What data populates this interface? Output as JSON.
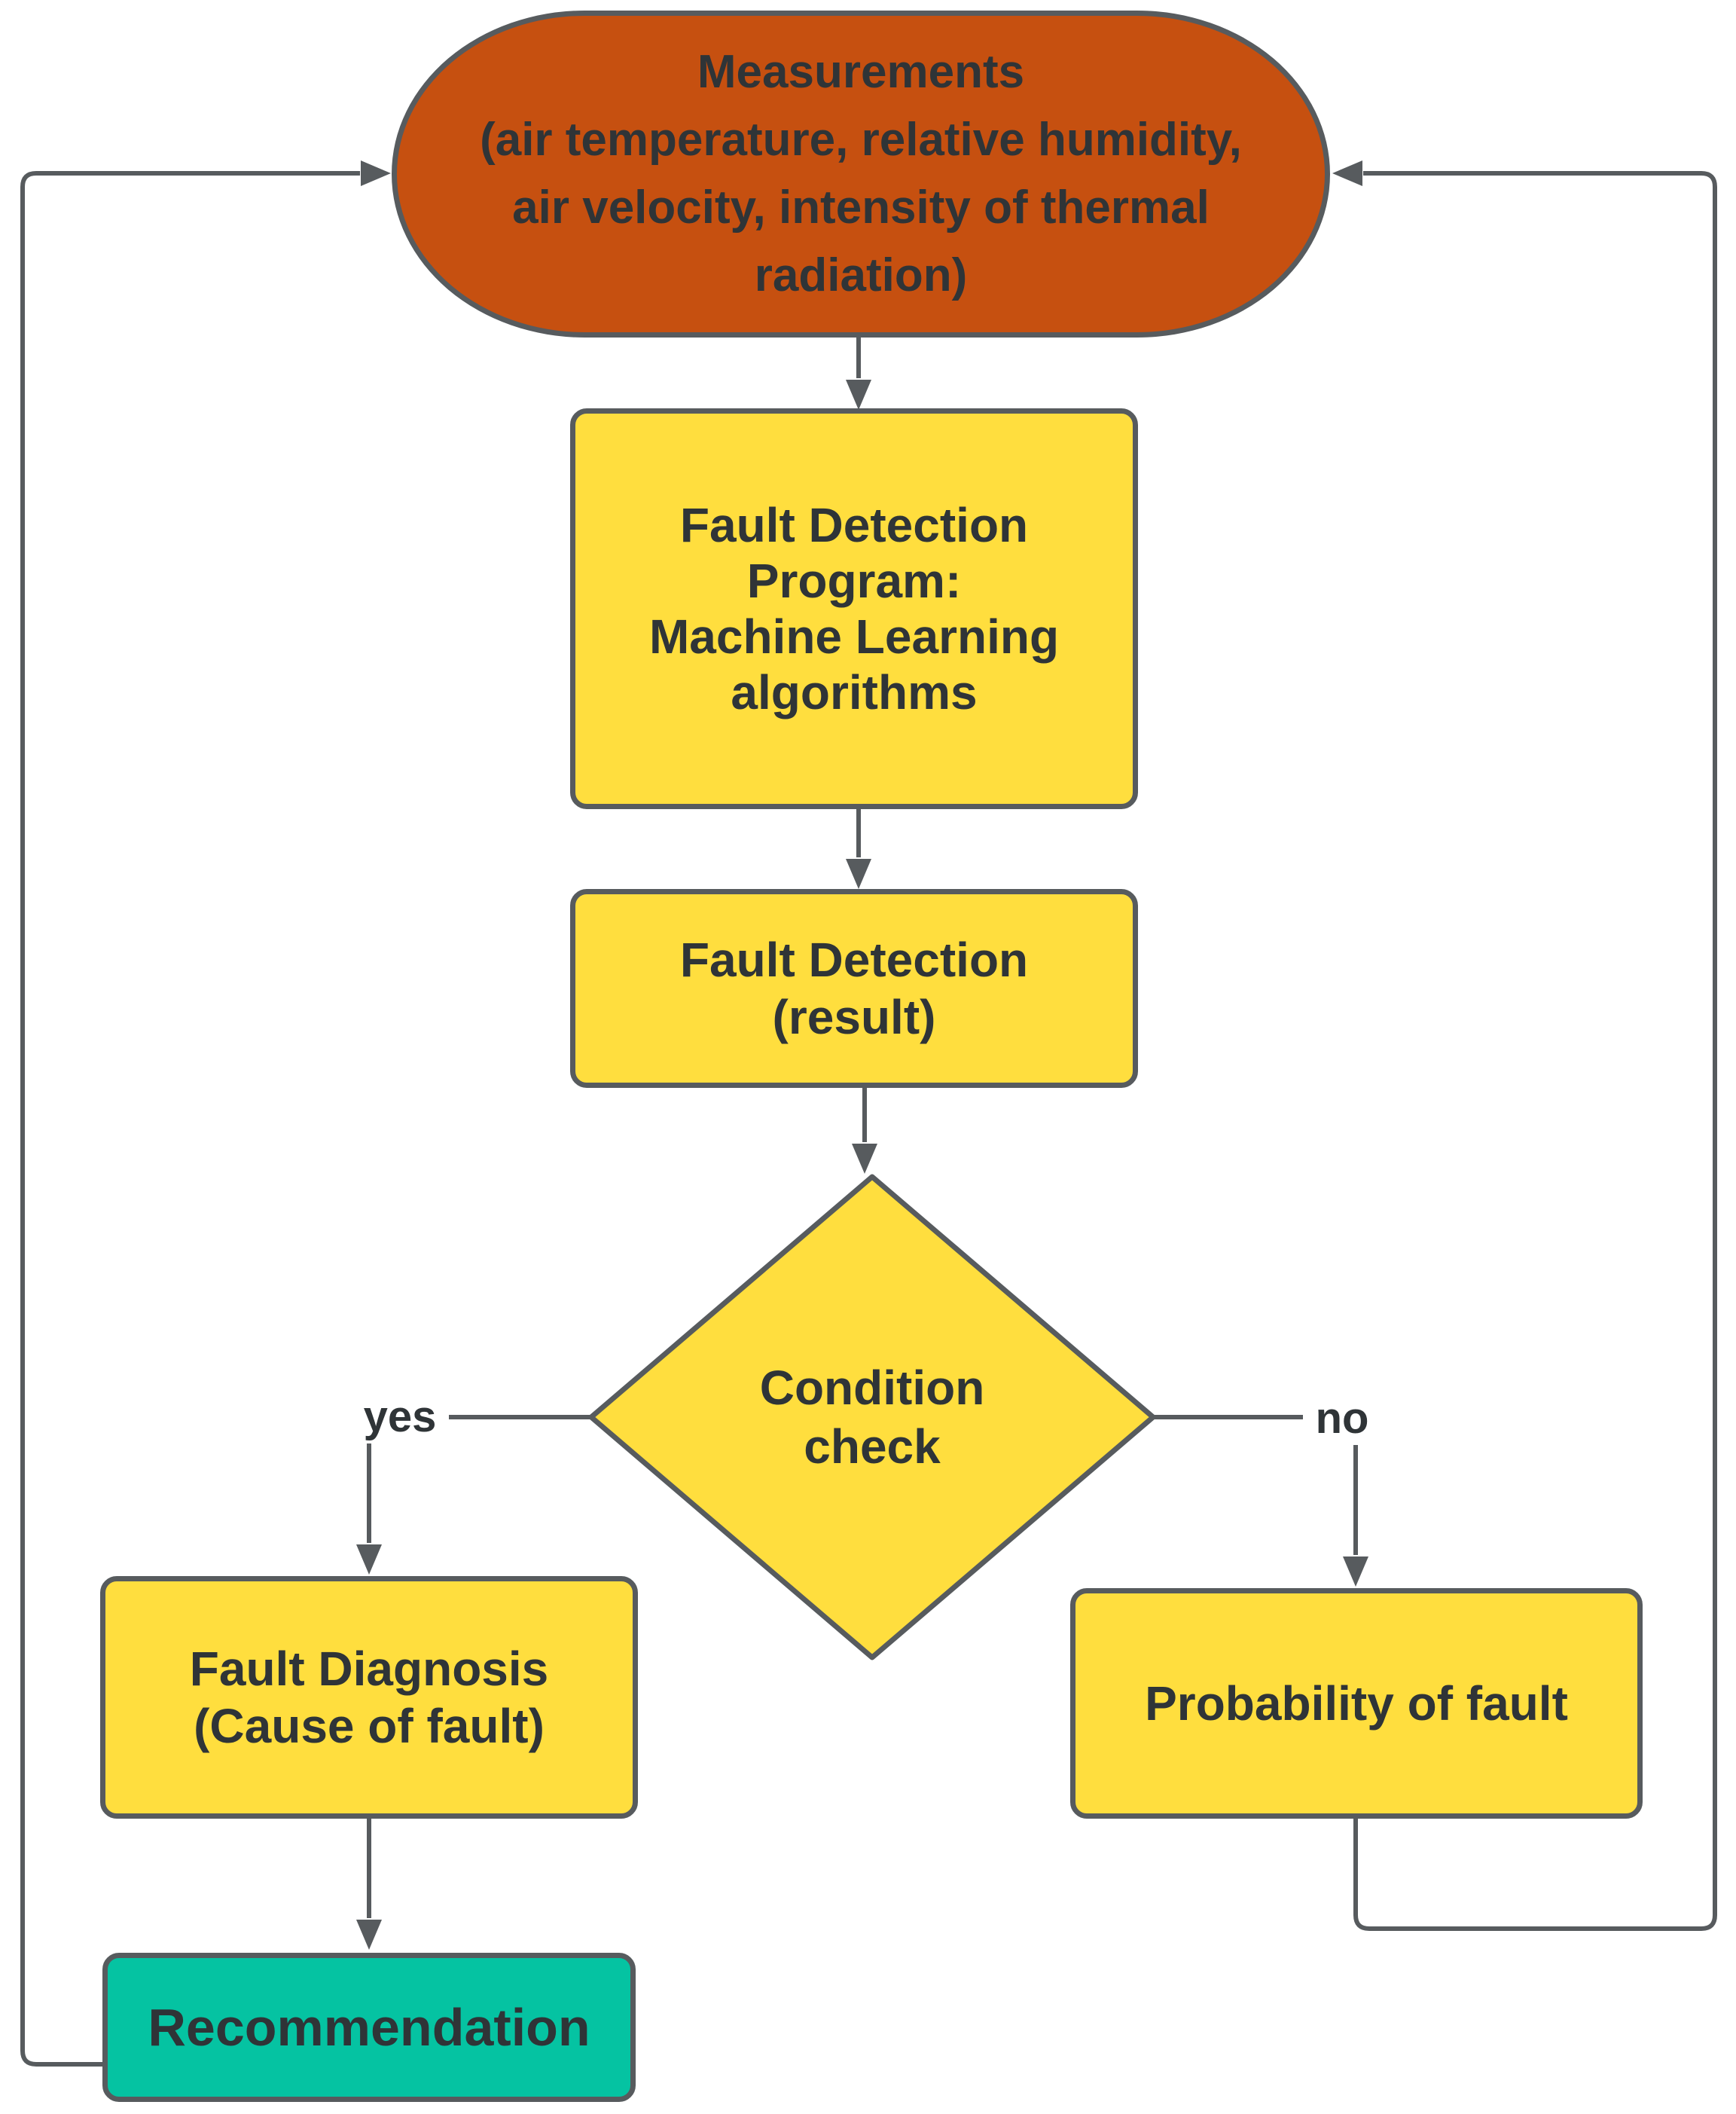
{
  "diagram": {
    "nodes": {
      "measurements": {
        "shape": "terminator",
        "text": "Measurements\n(air temperature, relative humidity,\nair velocity, intensity of thermal\nradiation)"
      },
      "fault_detection_program": {
        "shape": "process",
        "text": "Fault Detection\nProgram:\nMachine Learning\nalgorithms"
      },
      "fault_detection_result": {
        "shape": "process",
        "text": "Fault Detection\n(result)"
      },
      "condition_check": {
        "shape": "decision",
        "text": "Condition\ncheck"
      },
      "fault_diagnosis": {
        "shape": "process",
        "text": "Fault Diagnosis\n(Cause of fault)"
      },
      "probability_of_fault": {
        "shape": "process",
        "text": "Probability of fault"
      },
      "recommendation": {
        "shape": "process",
        "text": "Recommendation"
      }
    },
    "edge_labels": {
      "yes": "yes",
      "no": "no"
    },
    "colors": {
      "terminator_fill": "#C65010",
      "process_fill": "#FFDE3E",
      "recommendation_fill": "#05C3A2",
      "stroke": "#575B5E",
      "text": "#2F3437",
      "background": "#FFFFFF"
    }
  }
}
